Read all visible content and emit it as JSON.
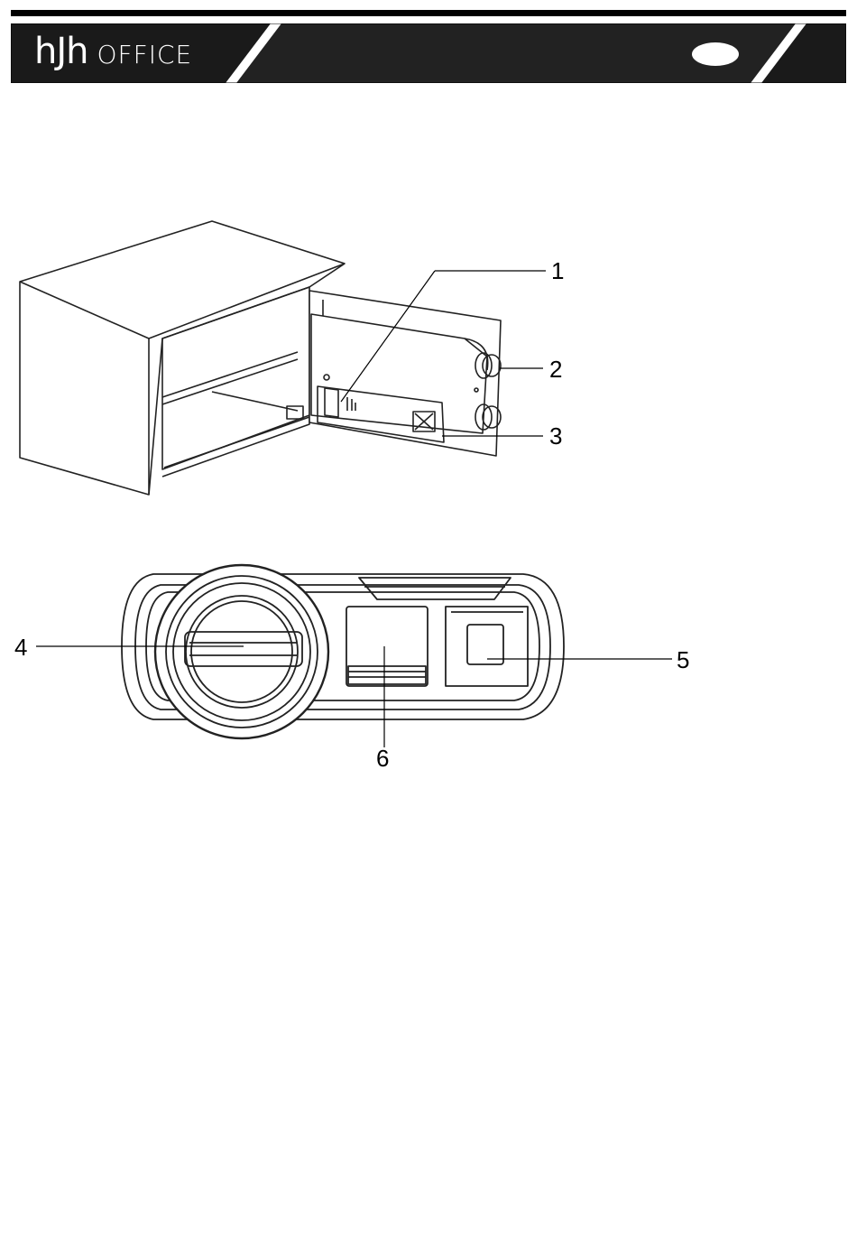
{
  "header": {
    "brand_main": "hJh",
    "brand_sub": "OFFICE"
  },
  "figure_top": {
    "callouts": [
      "1",
      "2",
      "3"
    ]
  },
  "figure_bottom": {
    "callouts": [
      "4",
      "5",
      "6"
    ]
  }
}
